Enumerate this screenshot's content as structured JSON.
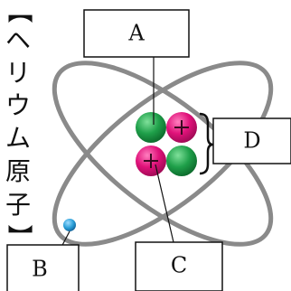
{
  "title": {
    "bracket_open": "【",
    "chars": [
      "ヘ",
      "リ",
      "ウ",
      "ム",
      "原",
      "子"
    ],
    "bracket_close": "】"
  },
  "labels": {
    "a": "A",
    "b": "B",
    "c": "C",
    "d": "D"
  },
  "colors": {
    "orbit": "#8a8a8a",
    "proton": "#e0127a",
    "neutron": "#1fa04a",
    "electron": "#2a9fd8",
    "line": "#111111"
  }
}
